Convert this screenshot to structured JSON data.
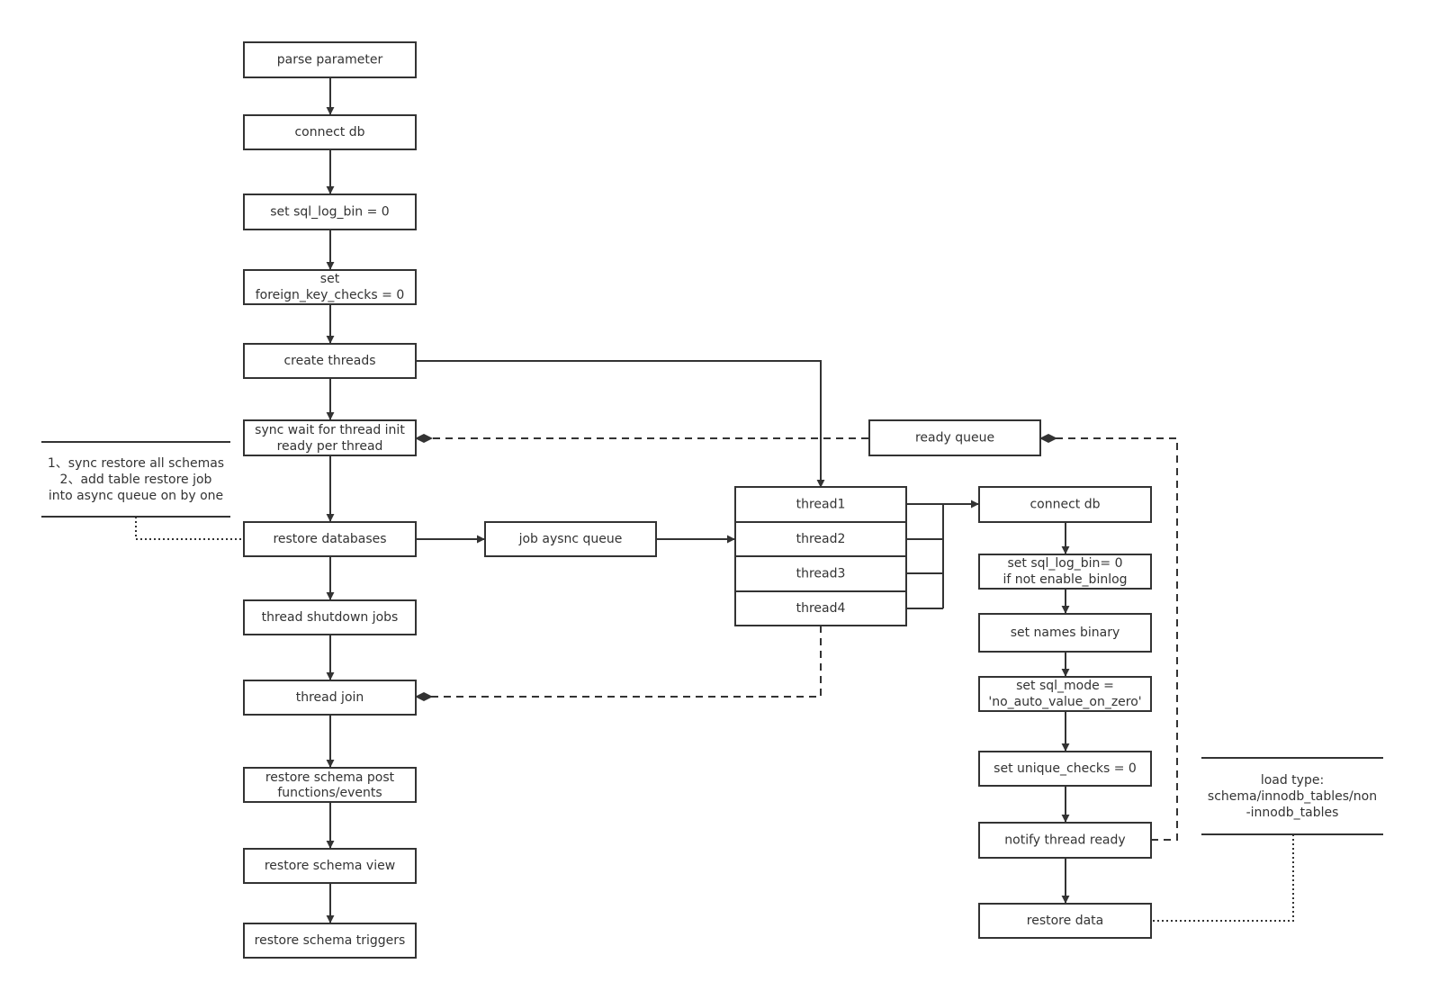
{
  "nodes": {
    "parse_parameter": "parse parameter",
    "connect_db_main": "connect db",
    "set_sql_log_bin": "set sql_log_bin = 0",
    "set_fk": [
      "set",
      "foreign_key_checks = 0"
    ],
    "create_threads": "create threads",
    "sync_wait": [
      "sync wait for thread init",
      "ready per thread"
    ],
    "restore_databases": "restore databases",
    "thread_shutdown_jobs": "thread shutdown jobs",
    "thread_join": "thread join",
    "restore_schema_post": [
      "restore schema post",
      "functions/events"
    ],
    "restore_schema_view": "restore schema view",
    "restore_schema_triggers": "restore schema triggers",
    "job_async_queue": "job aysnc queue",
    "ready_queue": "ready queue",
    "threads": [
      "thread1",
      "thread2",
      "thread3",
      "thread4"
    ],
    "connect_db_thread": "connect db",
    "set_sql_log_bin_thread": [
      "set sql_log_bin= 0",
      "if not enable_binlog"
    ],
    "set_names_binary": "set names binary",
    "set_sql_mode": [
      "set sql_mode =",
      "'no_auto_value_on_zero'"
    ],
    "set_unique_checks": "set unique_checks = 0",
    "notify_thread_ready": "notify thread ready",
    "restore_data": "restore data"
  },
  "notes": {
    "restore_steps": [
      "1、sync restore all schemas",
      "2、add table restore job",
      "into async queue on by one"
    ],
    "load_type": [
      "load type:",
      "schema/innodb_tables/non",
      "-innodb_tables"
    ]
  }
}
